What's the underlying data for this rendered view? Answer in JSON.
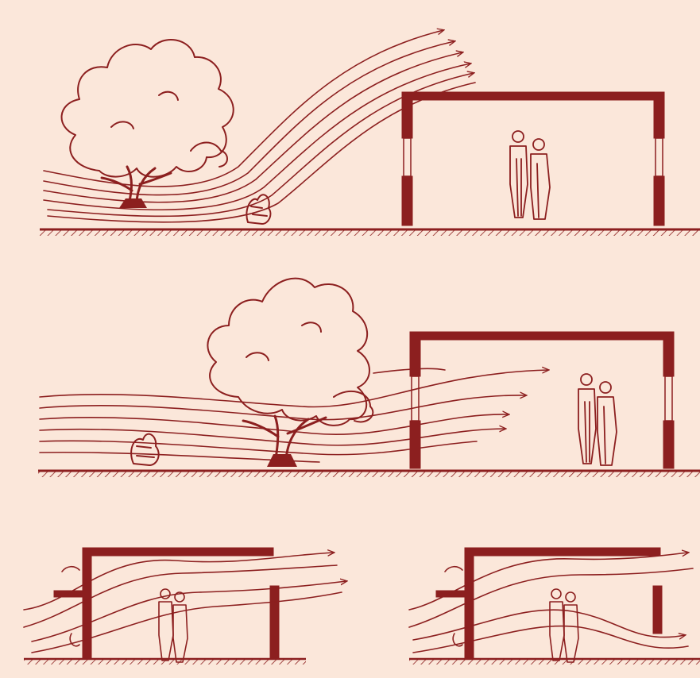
{
  "figure": {
    "panels": [
      {
        "id": "tree-deflects-wind-over-building",
        "airflow": "over-roof"
      },
      {
        "id": "tree-canopy-channels-wind-through-building",
        "airflow": "through-windows"
      },
      {
        "id": "overhang-deflector-airflow-left",
        "airflow": "through-room"
      },
      {
        "id": "overhang-deflector-airflow-right",
        "airflow": "through-room"
      }
    ]
  },
  "colors": {
    "background": "#fbe7da",
    "ink": "#8c1f1f"
  }
}
